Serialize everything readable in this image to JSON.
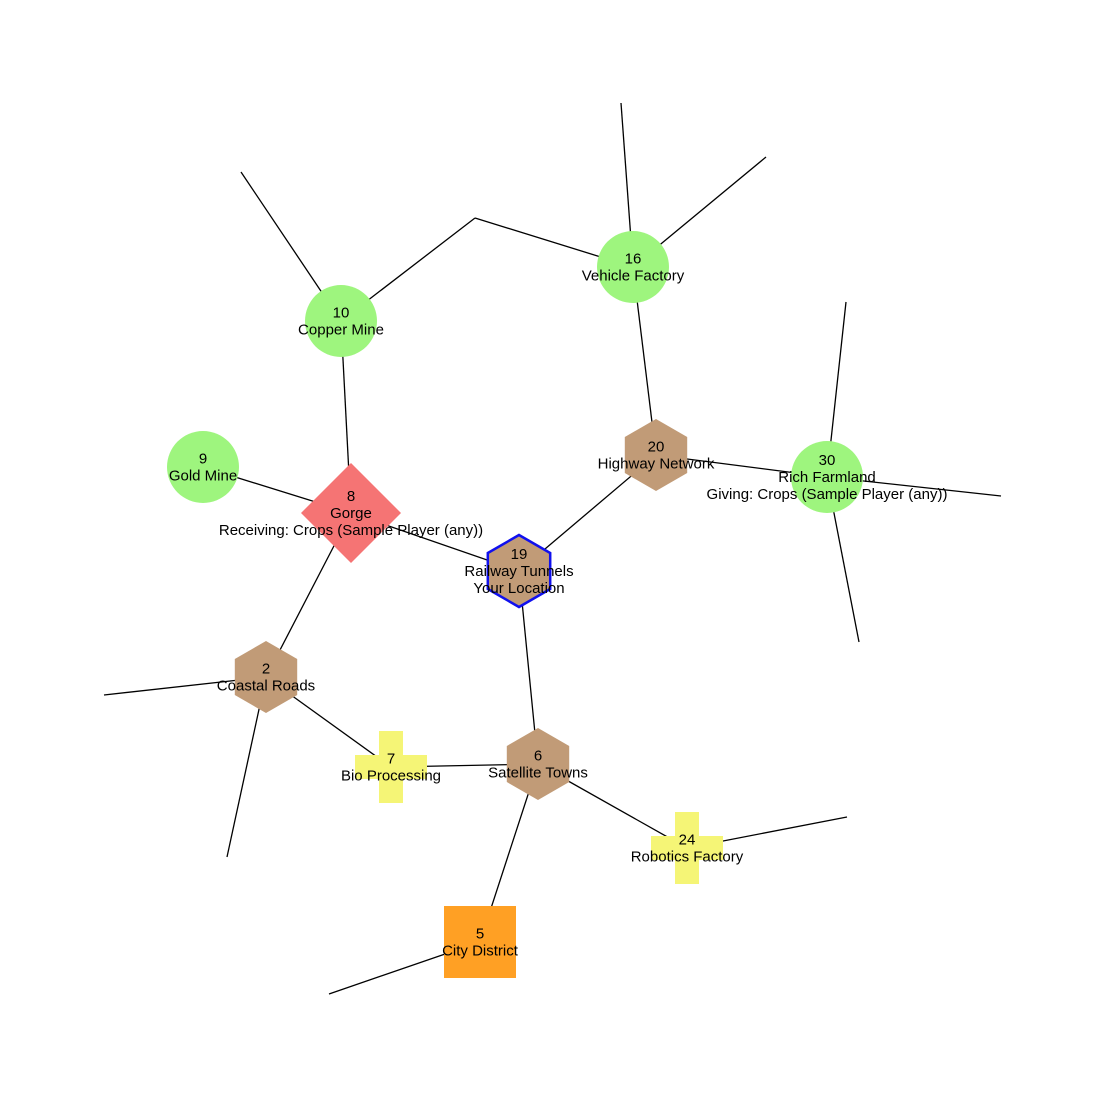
{
  "colors": {
    "mine": "#9ef57e",
    "route": "#c19b77",
    "hazard": "#f57474",
    "processing": "#f5f576",
    "city": "#ffa024",
    "current_outline": "#1010ee",
    "edge": "#000000"
  },
  "nodes": [
    {
      "id": "n10",
      "shape": "circle",
      "color_key": "mine",
      "lines": [
        "10",
        "Copper Mine"
      ]
    },
    {
      "id": "n16",
      "shape": "circle",
      "color_key": "mine",
      "lines": [
        "16",
        "Vehicle Factory"
      ]
    },
    {
      "id": "n9",
      "shape": "circle",
      "color_key": "mine",
      "lines": [
        "9",
        "Gold Mine"
      ]
    },
    {
      "id": "n30",
      "shape": "circle",
      "color_key": "mine",
      "lines": [
        "30",
        "Rich Farmland",
        "Giving: Crops (Sample Player (any))"
      ]
    },
    {
      "id": "n20",
      "shape": "hexagon",
      "color_key": "route",
      "lines": [
        "20",
        "Highway Network"
      ]
    },
    {
      "id": "n8",
      "shape": "diamond",
      "color_key": "hazard",
      "lines": [
        "8",
        "Gorge",
        "Receiving: Crops (Sample Player (any))"
      ]
    },
    {
      "id": "n19",
      "shape": "hexagon",
      "color_key": "route",
      "current": true,
      "lines": [
        "19",
        "Railway Tunnels",
        "Your Location"
      ]
    },
    {
      "id": "n2",
      "shape": "hexagon",
      "color_key": "route",
      "lines": [
        "2",
        "Coastal Roads"
      ]
    },
    {
      "id": "n7",
      "shape": "cross",
      "color_key": "processing",
      "lines": [
        "7",
        "Bio Processing"
      ]
    },
    {
      "id": "n6",
      "shape": "hexagon",
      "color_key": "route",
      "lines": [
        "6",
        "Satellite Towns"
      ]
    },
    {
      "id": "n24",
      "shape": "cross",
      "color_key": "processing",
      "lines": [
        "24",
        "Robotics Factory"
      ]
    },
    {
      "id": "n5",
      "shape": "square",
      "color_key": "city",
      "lines": [
        "5",
        "City District"
      ]
    }
  ],
  "edges": [
    [
      "n10",
      "n8"
    ],
    [
      "n16",
      "n20"
    ],
    [
      "n9",
      "n8"
    ],
    [
      "n20",
      "n30"
    ],
    [
      "n20",
      "n19"
    ],
    [
      "n8",
      "n19"
    ],
    [
      "n8",
      "n2"
    ],
    [
      "n19",
      "n6"
    ],
    [
      "n2",
      "n7"
    ],
    [
      "n7",
      "n6"
    ],
    [
      "n6",
      "n24"
    ],
    [
      "n6",
      "n5"
    ]
  ],
  "stubs": [
    {
      "from": "n10",
      "to": "bend"
    },
    {
      "from": "n16",
      "to": "bend"
    },
    {
      "from": "n10",
      "to": "off_n10"
    },
    {
      "from": "n16",
      "to": "off_n16a"
    },
    {
      "from": "n16",
      "to": "off_n16b"
    },
    {
      "from": "n30",
      "to": "off_n30a"
    },
    {
      "from": "n30",
      "to": "off_n30b"
    },
    {
      "from": "n30",
      "to": "off_n30c"
    },
    {
      "from": "n2",
      "to": "off_n2a"
    },
    {
      "from": "n2",
      "to": "off_n2b"
    },
    {
      "from": "n24",
      "to": "off_n24"
    },
    {
      "from": "n5",
      "to": "off_n5"
    }
  ]
}
